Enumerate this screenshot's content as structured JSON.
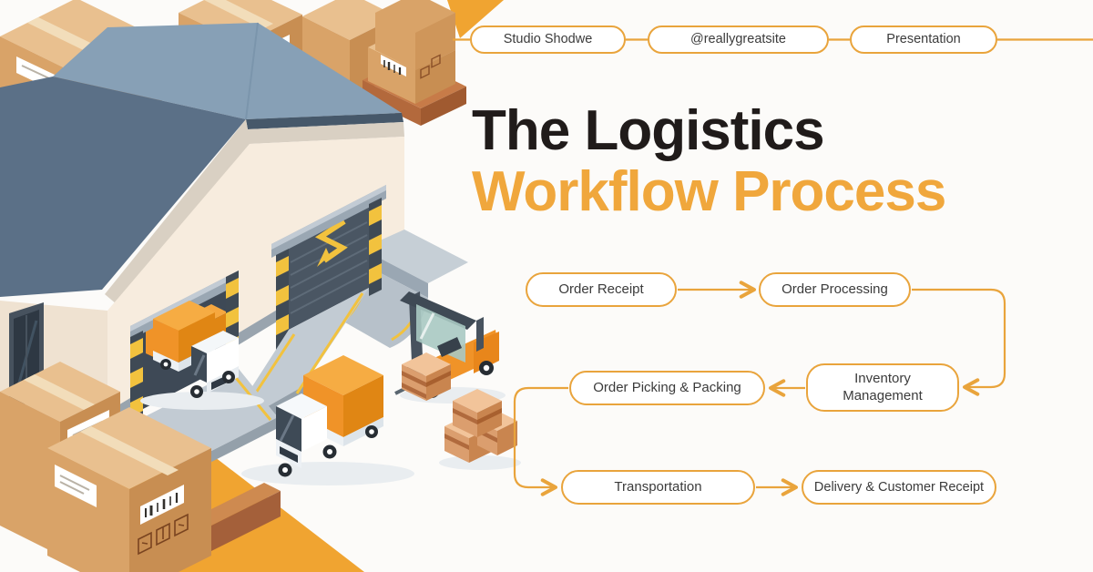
{
  "slide": {
    "background_color": "#FCFBF9",
    "accent_color": "#E9A43C"
  },
  "header_badges": {
    "items": [
      {
        "label": "Studio Shodwe"
      },
      {
        "label": "@reallygreatsite"
      },
      {
        "label": "Presentation"
      }
    ]
  },
  "title": {
    "line1": "The Logistics",
    "line2": "Workflow Process",
    "line1_color": "#201B1A",
    "line2_color": "#F0A73C"
  },
  "flowchart": {
    "node_border_color": "#E9A43C",
    "node_text_color": "#3B3B3B",
    "nodes": [
      {
        "id": "order-receipt",
        "label": "Order Receipt"
      },
      {
        "id": "order-processing",
        "label": "Order Processing"
      },
      {
        "id": "inventory-management",
        "label": "Inventory Management"
      },
      {
        "id": "order-picking-packing",
        "label": "Order Picking & Packing"
      },
      {
        "id": "transportation",
        "label": "Transportation"
      },
      {
        "id": "delivery-customer-receipt",
        "label": "Delivery & Customer Receipt"
      }
    ],
    "edges": [
      {
        "from": "order-receipt",
        "to": "order-processing"
      },
      {
        "from": "order-processing",
        "to": "inventory-management"
      },
      {
        "from": "inventory-management",
        "to": "order-picking-packing"
      },
      {
        "from": "order-picking-packing",
        "to": "transportation"
      },
      {
        "from": "transportation",
        "to": "delivery-customer-receipt"
      }
    ]
  },
  "illustration": {
    "elements": [
      "warehouse-building",
      "hip-roof",
      "loading-dock-door-left",
      "loading-dock-door-right",
      "hazard-stripe-posts",
      "loading-ramps",
      "dock-truck",
      "box-truck",
      "forklift",
      "wooden-crate-stack",
      "cardboard-parcel-stacks",
      "wooden-pallets",
      "yellow-floor-wedges",
      "side-door"
    ],
    "colors": {
      "roof_top": "#87A0B6",
      "roof_side": "#5B7087",
      "wall": "#F7ECDE",
      "truck_cargo": "#F09328",
      "hazard_yellow": "#F2C23E",
      "wood_crate": "#DB9E6E",
      "cardboard": "#D9A368",
      "ground_wedge": "#F0A431"
    }
  }
}
